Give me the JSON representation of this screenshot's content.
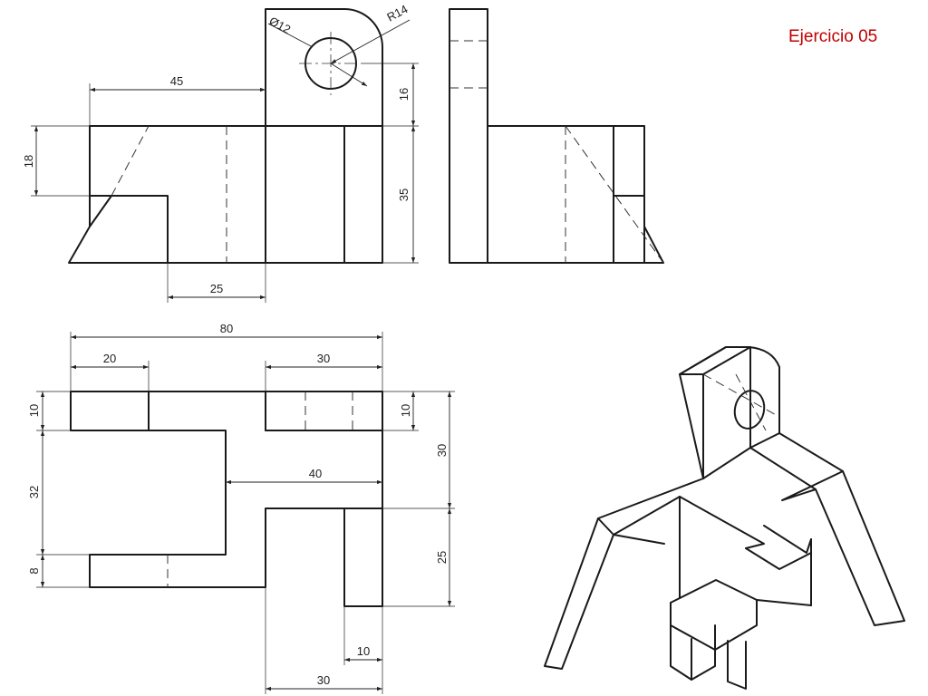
{
  "title": "Ejercicio 05",
  "dimensions": {
    "front_45": "45",
    "front_18": "18",
    "front_25": "25",
    "front_16": "16",
    "front_35": "35",
    "front_dia": "Ø12",
    "front_radius": "R14",
    "top_80": "80",
    "top_20": "20",
    "top_30_top": "30",
    "top_10_left": "10",
    "top_32": "32",
    "top_8": "8",
    "top_40": "40",
    "top_10_right": "10",
    "top_30_right": "30",
    "top_25": "25",
    "top_10_bottom": "10",
    "top_30_bottom": "30"
  },
  "colors": {
    "title": "#c00000",
    "line": "#1a1a1a"
  }
}
